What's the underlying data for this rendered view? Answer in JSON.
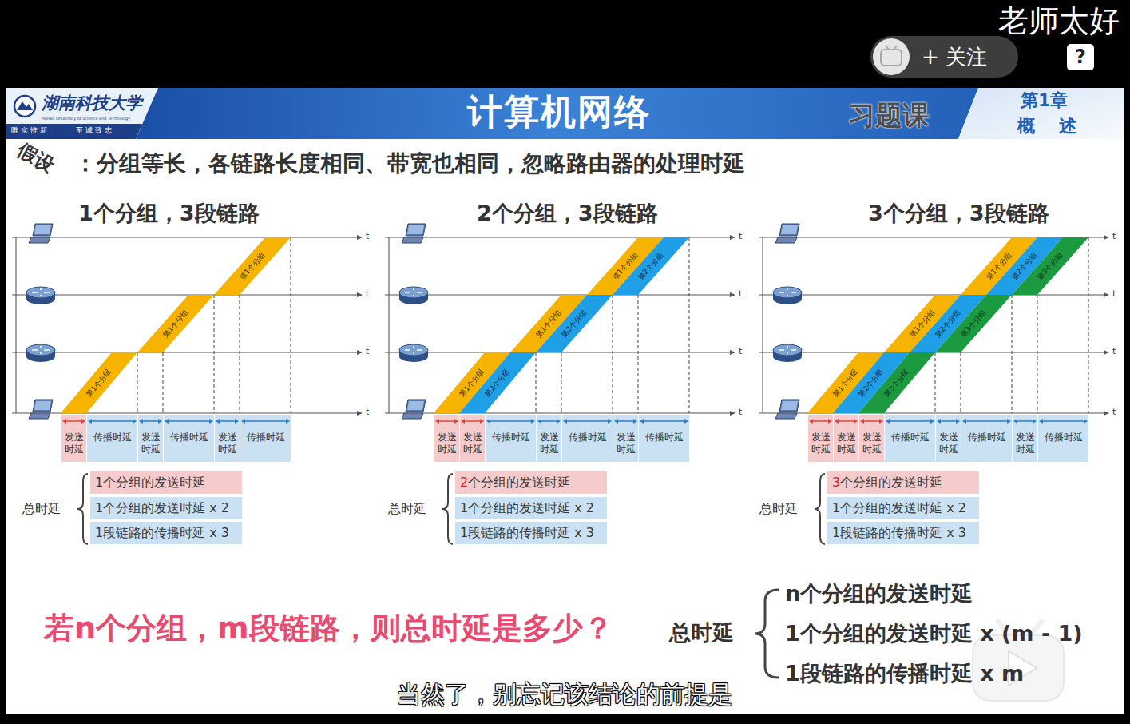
{
  "diagram": {
    "title": "计算机网络",
    "nodes": [
      {
        "text": [
          "+ 关注"
        ]
      },
      {
        "text": [
          "第1个分组"
        ]
      },
      {
        "text": [
          "第1个分组"
        ]
      },
      {
        "text": [
          "第1个分组"
        ]
      },
      {
        "text": [
          "发送 时延"
        ]
      },
      {
        "text": [
          "传播时延"
        ]
      },
      {
        "text": [
          "发送 时延"
        ]
      },
      {
        "text": [
          "传播时延"
        ]
      },
      {
        "text": [
          "发送 时延"
        ]
      },
      {
        "text": [
          "传播时延"
        ]
      },
      {
        "text": [
          "1个分组的发送时延"
        ]
      },
      {
        "text": [
          "1个分组的发送时延 x 2"
        ]
      },
      {
        "text": [
          "1段链路的传播时延 x 3"
        ]
      },
      {
        "text": [
          "第1个分组"
        ]
      },
      {
        "text": [
          "第2个分组"
        ]
      },
      {
        "text": [
          "第1个分组"
        ]
      },
      {
        "text": [
          "第2个分组"
        ]
      },
      {
        "text": [
          "第1个分组"
        ]
      },
      {
        "text": [
          "第2个分组"
        ]
      },
      {
        "text": [
          "发送 时延"
        ]
      },
      {
        "text": [
          "发送 时延"
        ]
      },
      {
        "text": [
          "传播时延"
        ]
      },
      {
        "text": [
          "发送 时延"
        ]
      },
      {
        "text": [
          "传播时延"
        ]
      },
      {
        "text": [
          "发送 时延"
        ]
      },
      {
        "text": [
          "传播时延"
        ]
      },
      {
        "text": [
          "2个分组的发送时延"
        ]
      },
      {
        "text": [
          "1个分组的发送时延 x 2"
        ]
      },
      {
        "text": [
          "1段链路的传播时延 x 3"
        ]
      },
      {
        "text": [
          "第1个分组"
        ]
      },
      {
        "text": [
          "第2个分组"
        ]
      },
      {
        "text": [
          "第3个分组"
        ]
      },
      {
        "text": [
          "第1个分组"
        ]
      },
      {
        "text": [
          "第2个分组"
        ]
      },
      {
        "text": [
          "第3个分组"
        ]
      },
      {
        "text": [
          "第1个分组"
        ]
      },
      {
        "text": [
          "第2个分组"
        ]
      },
      {
        "text": [
          "第3个分组"
        ]
      },
      {
        "text": [
          "发送 时延"
        ]
      },
      {
        "text": [
          "发送 时延"
        ]
      },
      {
        "text": [
          "发送 时延"
        ]
      },
      {
        "text": [
          "传播时延"
        ]
      },
      {
        "text": [
          "发送 时延"
        ]
      },
      {
        "text": [
          "传播时延"
        ]
      },
      {
        "text": [
          "发送 时延"
        ]
      },
      {
        "text": [
          "传播时延"
        ]
      },
      {
        "text": [
          "3个分组的发送时延"
        ]
      },
      {
        "text": [
          "1个分组的发送时延 x 2"
        ]
      },
      {
        "text": [
          "1段链路的传播时延 x 3"
        ]
      }
    ],
    "labels": [
      "老师太好",
      "?",
      "湖南科技大学",
      "Hunan University of Science and Technology",
      "唯实惟新",
      "至诚致志",
      "习题课",
      "第1章",
      "概述",
      "假设",
      "：分组等长，各链路长度相同、带宽也相同，忽略路由器的处理时延",
      "1个分组，3段链路",
      "2个分组，3段链路",
      "3个分组，3段链路",
      "t",
      "t",
      "t",
      "t",
      "t",
      "t",
      "t",
      "t",
      "t",
      "t",
      "t",
      "t",
      "总时延",
      "总时延",
      "总时延",
      "若n个分组，m段链路，则总时延是多少？",
      "总时延",
      "n个分组的发送时延",
      "1个分组的发送时延 x (m - 1)",
      "1段链路的传播时延 x m",
      "当然了，别忘记该结论的前提是"
    ]
  }
}
